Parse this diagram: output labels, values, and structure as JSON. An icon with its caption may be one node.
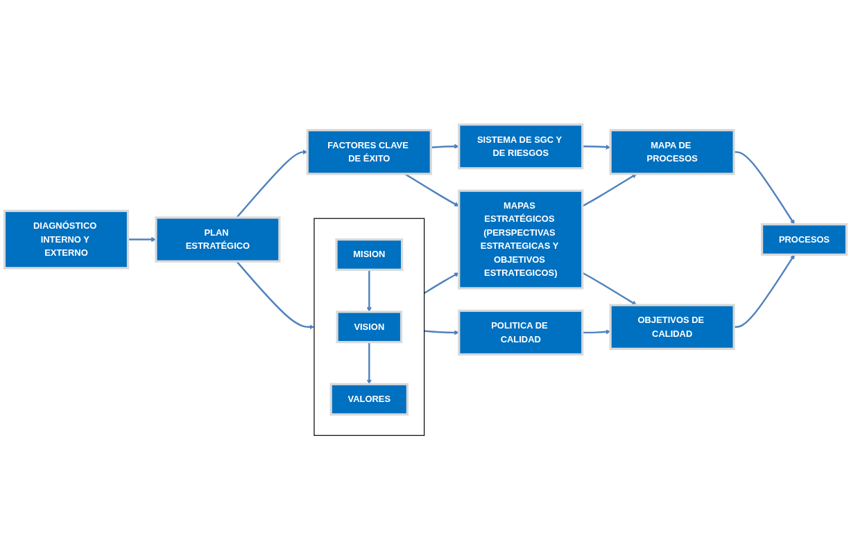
{
  "diagram": {
    "nodes": [
      {
        "text": [
          "DIAGNÓSTICO INTERNO Y EXTERNO"
        ]
      },
      {
        "text": [
          "PLAN ESTRATÉGICO"
        ]
      },
      {
        "text": [
          "FACTORES CLAVE DE ÉXITO"
        ]
      },
      {
        "text": [
          "SISTEMA DE SGC Y DE RIESGOS"
        ]
      },
      {
        "text": [],
        "shape": "box"
      },
      {
        "text": [
          "MISION"
        ],
        "in": 4
      },
      {
        "text": [
          "VISION"
        ],
        "in": 4
      },
      {
        "text": [
          "VALORES"
        ],
        "in": 4
      },
      {
        "text": [
          "MAPAS ESTRATÉGICOS (PERSPECTIVAS ESTRATEGICAS Y OBJETIVOS ESTRATEGICOS)"
        ]
      },
      {
        "text": [
          "MAPA DE PROCESOS"
        ]
      },
      {
        "text": [
          "POLITICA DE CALIDAD"
        ]
      },
      {
        "text": [
          "OBJETIVOS DE CALIDAD"
        ]
      },
      {
        "text": [
          "PROCESOS"
        ]
      }
    ],
    "edges": [
      {
        "from": 0,
        "to": 1,
        "arrow": "to"
      },
      {
        "from": 1,
        "to": 2,
        "arrow": "to"
      },
      {
        "from": 2,
        "to": 3,
        "arrow": "to"
      },
      {
        "from": 1,
        "to": 4,
        "arrow": "to"
      },
      {
        "from": 2,
        "to": 8,
        "arrow": "to"
      },
      {
        "from": 3,
        "to": 9,
        "arrow": "to"
      },
      {
        "from": 5,
        "to": 6,
        "arrow": "to"
      },
      {
        "from": 6,
        "to": 7,
        "arrow": "to"
      },
      {
        "from": 4,
        "to": 8,
        "arrow": "to"
      },
      {
        "from": 8,
        "to": 9,
        "arrow": "to"
      },
      {
        "from": 4,
        "to": 10,
        "arrow": "to"
      },
      {
        "from": 8,
        "to": 11,
        "arrow": "to"
      },
      {
        "from": 9,
        "to": 12,
        "arrow": "to"
      },
      {
        "from": 10,
        "to": 11,
        "arrow": "to"
      },
      {
        "from": 11,
        "to": 12,
        "arrow": "to"
      }
    ]
  }
}
